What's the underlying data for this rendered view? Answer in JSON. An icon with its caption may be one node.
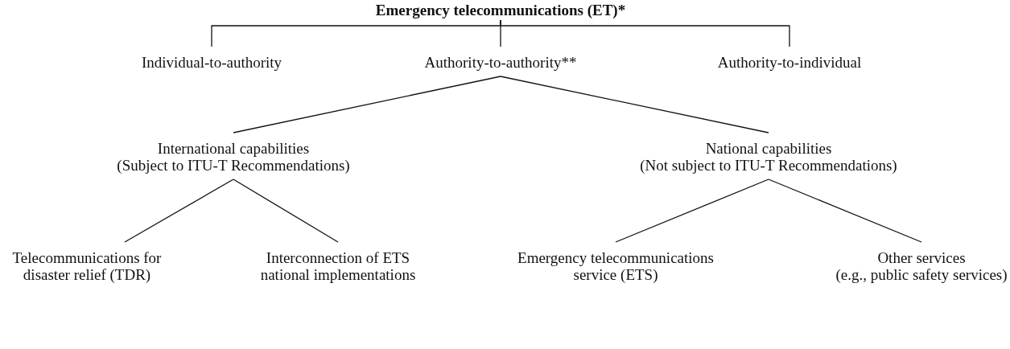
{
  "diagram": {
    "nodes": [
      {
        "text": [
          "Emergency telecommunications (ET)*"
        ]
      },
      {
        "text": [
          "Individual-to-authority"
        ]
      },
      {
        "text": [
          "Authority-to-authority**"
        ]
      },
      {
        "text": [
          "Authority-to-individual"
        ]
      },
      {
        "text": [
          "International capabilities",
          "(Subject to ITU-T Recommendations)"
        ]
      },
      {
        "text": [
          "National capabilities",
          "(Not subject to ITU-T Recommendations)"
        ]
      },
      {
        "text": [
          "Telecommunications for disaster relief (TDR)"
        ]
      },
      {
        "text": [
          "Interconnection of ETS national implementations"
        ]
      },
      {
        "text": [
          "Emergency telecommunications service (ETS)"
        ]
      },
      {
        "text": [
          "Other services",
          "(e.g., public safety services)"
        ]
      }
    ],
    "edges": [
      {
        "from": 0,
        "to": 1,
        "arrow": "none"
      },
      {
        "from": 0,
        "to": 2,
        "arrow": "none"
      },
      {
        "from": 0,
        "to": 3,
        "arrow": "none"
      },
      {
        "from": 2,
        "to": 4,
        "arrow": "none"
      },
      {
        "from": 2,
        "to": 5,
        "arrow": "none"
      },
      {
        "from": 4,
        "to": 6,
        "arrow": "none"
      },
      {
        "from": 4,
        "to": 7,
        "arrow": "none"
      },
      {
        "from": 5,
        "to": 8,
        "arrow": "none"
      },
      {
        "from": 5,
        "to": 9,
        "arrow": "none"
      }
    ]
  }
}
